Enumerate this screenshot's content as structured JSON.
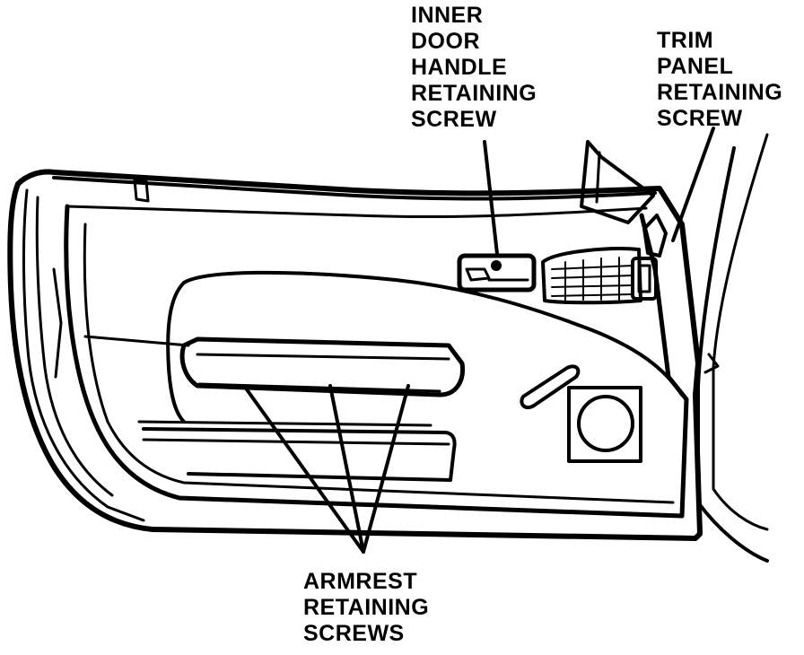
{
  "callouts": {
    "inner_handle_screw": [
      "INNER",
      "DOOR",
      "HANDLE",
      "RETAINING",
      "SCREW"
    ],
    "trim_panel_screw": [
      "TRIM",
      "PANEL",
      "RETAINING",
      "SCREW"
    ],
    "armrest_screws": [
      "ARMREST",
      "RETAINING",
      "SCREWS"
    ]
  },
  "colors": {
    "ink": "#000000",
    "paper": "#ffffff"
  }
}
